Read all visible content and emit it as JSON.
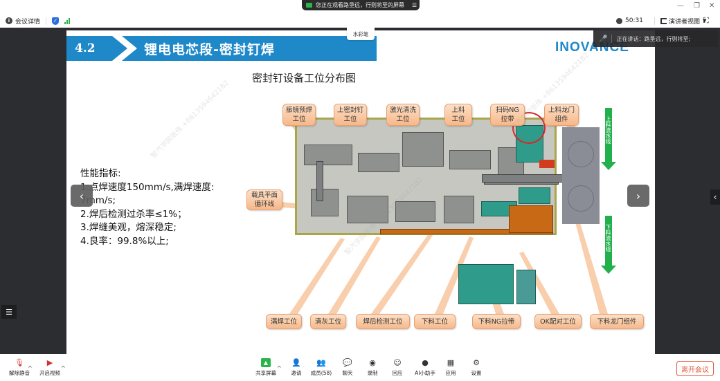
{
  "topbar": {
    "meeting_details": "会议详情",
    "timer": "50:31",
    "view_mode": "演讲者视图",
    "min_icon": "minimize-icon",
    "max_icon": "maximize-icon",
    "close_icon": "close-icon"
  },
  "share_banner": {
    "text": "您正在观看路垦远，行则将至的屏幕"
  },
  "pen_tab": "水彩笔",
  "speaking": {
    "label": "正在讲话：路垦远，行则将至;"
  },
  "slide": {
    "section_number": "4.2",
    "title": "锂电电芯段-密封钉焊",
    "logo": "INOVANCE",
    "subtitle": "密封钉设备工位分布图",
    "perf_heading": "性能指标:",
    "perf_items": [
      "1.点焊速度150mm/s,满焊速度:",
      "7mm/s;",
      "2.焊后检测过杀率≤1%；",
      "3.焊缝美观，熔深稳定;",
      "4.良率：99.8%以上;"
    ],
    "callouts_top": [
      "振镜预焊工位",
      "上密封钉工位",
      "激光清洗工位",
      "上料工位",
      "扫码NG拉带",
      "上料龙门组件"
    ],
    "callout_left": "载具平面循环线",
    "callouts_bottom": [
      "满焊工位",
      "清灰工位",
      "焊后检测工位",
      "下料工位",
      "下料NG拉带",
      "OK配对工位",
      "下料龙门组件"
    ],
    "flow_in": "上料流水线",
    "flow_out": "下料流水线",
    "watermark": "智汽学院张伟 +8613594642182"
  },
  "toolbar": {
    "unmute": "解除静音",
    "start_video": "开启视频",
    "items": [
      {
        "label": "共享屏幕",
        "icon": "share-screen-icon"
      },
      {
        "label": "邀请",
        "icon": "invite-icon"
      },
      {
        "label": "成员(58)",
        "icon": "members-icon"
      },
      {
        "label": "聊天",
        "icon": "chat-icon"
      },
      {
        "label": "录制",
        "icon": "record-icon"
      },
      {
        "label": "回应",
        "icon": "reaction-icon"
      },
      {
        "label": "AI小助手",
        "icon": "ai-assistant-icon"
      },
      {
        "label": "应用",
        "icon": "apps-icon"
      },
      {
        "label": "设置",
        "icon": "settings-icon"
      }
    ],
    "leave": "离开会议"
  },
  "colors": {
    "accent_blue": "#1e88c8",
    "leave_red": "#e05a3a",
    "flow_green": "#21b04b",
    "callout_orange": "#f6b88a"
  }
}
